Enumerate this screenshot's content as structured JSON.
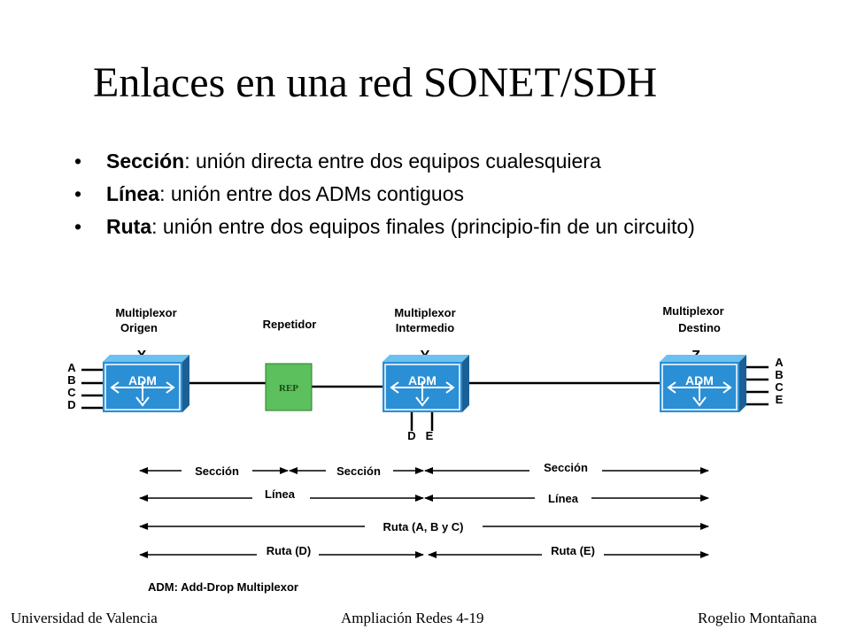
{
  "title": "Enlaces en una red SONET/SDH",
  "bullets": [
    {
      "term": "Sección",
      "text": ": unión directa entre dos equipos cualesquiera"
    },
    {
      "term": "Línea",
      "text": ": unión entre dos ADMs contiguos"
    },
    {
      "term": "Ruta",
      "text": ": unión entre dos equipos finales (principio-fin de un circuito)"
    }
  ],
  "diagram": {
    "nodes": {
      "origin": {
        "label_line1": "Multiplexor",
        "label_line2": "Origen",
        "letter": "X",
        "device": "ADM",
        "ports": [
          "A",
          "B",
          "C",
          "D"
        ]
      },
      "repeater": {
        "label": "Repetidor",
        "device": "REP"
      },
      "intermediate": {
        "label_line1": "Multiplexor",
        "label_line2": "Intermedio",
        "letter": "Y",
        "device": "ADM",
        "ports": [
          "D",
          "E"
        ]
      },
      "destination": {
        "label_line1": "Multiplexor",
        "label_line2": "Destino",
        "letter": "Z",
        "device": "ADM",
        "ports": [
          "A",
          "B",
          "C",
          "E"
        ]
      }
    },
    "spans": {
      "seccion_1": "Sección",
      "seccion_2": "Sección",
      "seccion_3": "Sección",
      "linea_1": "Línea",
      "linea_2": "Línea",
      "ruta_abc": "Ruta (A, B y C)",
      "ruta_d": "Ruta (D)",
      "ruta_e": "Ruta (E)"
    },
    "legend": "ADM: Add-Drop Multiplexor"
  },
  "footer": {
    "left": "Universidad de Valencia",
    "center": "Ampliación Redes 4-19",
    "right": "Rogelio Montañana"
  },
  "colors": {
    "adm_face": "#2b8fd6",
    "adm_top": "#6cc0f0",
    "adm_side": "#1a5f96",
    "rep_face": "#5cc05c"
  }
}
